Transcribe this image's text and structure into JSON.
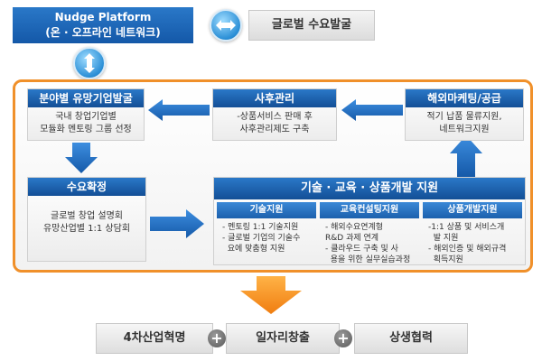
{
  "nudge": {
    "title": "Nudge Platform",
    "subtitle": "(온 · 오프라인 네트워크)"
  },
  "global_box": {
    "label": "글로벌 수요발굴"
  },
  "field_box": {
    "title": "분야별 유망기업발굴",
    "lines": [
      "국내 창업기업별",
      "모듈화 멘토링 그룹 선정"
    ]
  },
  "aftercare_box": {
    "title": "사후관리",
    "lines": [
      "-상품서비스 판매 후",
      "사후관리제도 구축"
    ]
  },
  "marketing_box": {
    "title": "해외마케팅/공급",
    "lines": [
      "적기 납품 물류지원,",
      "네트워크지원"
    ]
  },
  "demand_box": {
    "title": "수요확정",
    "lines": [
      "글로벌 창업 설명회",
      "유망산업별 1:1 상담회"
    ]
  },
  "support_box": {
    "title": "기술 · 교육 · 상품개발 지원",
    "columns": [
      {
        "title": "기술지원",
        "lines": [
          "- 멘토링 1:1 기술지원",
          "- 글로벌 기업의 기술수",
          "  요에 맞춤형 지원"
        ]
      },
      {
        "title": "교육컨설팅지원",
        "lines": [
          "- 해외수요연계형",
          "R&D 과제 연계",
          "- 클라우드 구축 및 사",
          "  용을 위한 실무실습과정"
        ]
      },
      {
        "title": "상품개발지원",
        "lines": [
          "-1:1 상품 및 서비스개",
          "  발 지원",
          "- 해외인증 및 해외규격",
          "  획득지원"
        ]
      }
    ]
  },
  "bottom": {
    "items": [
      "4차산업혁명",
      "일자리창출",
      "상생협력"
    ]
  },
  "colors": {
    "blue": "#1a5fae",
    "orange": "#f0902a",
    "gray": "#dcdcdc"
  },
  "icons": [
    "left-right-arrow-icon",
    "up-down-arrow-icon",
    "plus-icon"
  ]
}
